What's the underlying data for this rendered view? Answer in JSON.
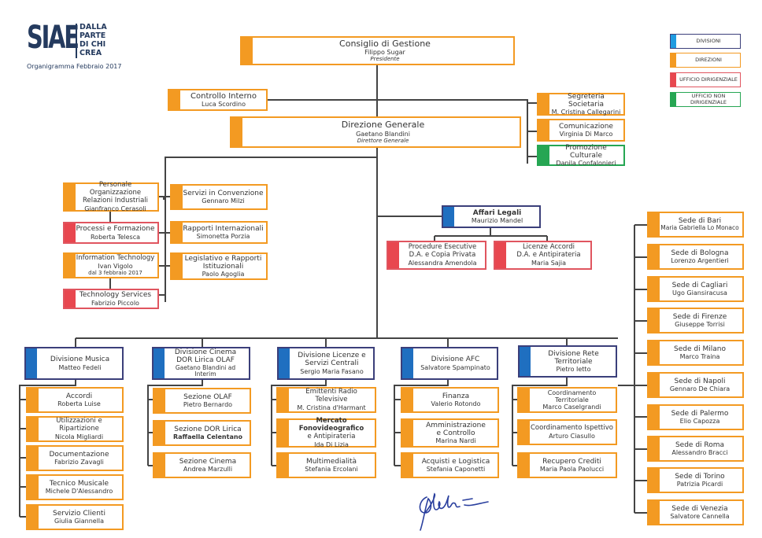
{
  "header": {
    "logo_text": "SIAE",
    "tagline": [
      "DALLA",
      "PARTE",
      "DI CHI",
      "CREA"
    ],
    "subtitle": "Organigramma Febbraio 2017"
  },
  "legend": [
    {
      "label": "DIVISIONI",
      "type": "divisione",
      "color": "#1f6fc0"
    },
    {
      "label": "DIREZIONI",
      "type": "direzione",
      "color": "#f39a22"
    },
    {
      "label": "UFFICIO DIRIGENZIALE",
      "type": "ufficio-dirigenziale",
      "color": "#e8474f"
    },
    {
      "label": "UFFICIO NON DIRIGENZIALE",
      "type": "ufficio-non-dirigenziale",
      "color": "#26a653"
    }
  ],
  "top": {
    "consiglio": {
      "title": "Consiglio di Gestione",
      "name": "Filippo Sugar",
      "role": "Presidente"
    },
    "controllo": {
      "title": "Controllo Interno",
      "name": "Luca Scordino"
    },
    "direzione": {
      "title": "Direzione Generale",
      "name": "Gaetano Blandini",
      "role": "Direttore Generale"
    },
    "staff": [
      {
        "title": "Segreteria Societaria",
        "name": "M. Cristina Callegarini"
      },
      {
        "title": "Comunicazione",
        "name": "Virginia Di Marco"
      },
      {
        "title": "Promozione Culturale",
        "name": "Danila Confalonieri"
      }
    ]
  },
  "left_offices": {
    "personale": {
      "title1": "Personale Organizzazione",
      "title2": "Relazioni Industriali",
      "name": "Gianfranco Cerasoli"
    },
    "processi": {
      "title": "Processi e Formazione",
      "name": "Roberta Telesca"
    },
    "it": {
      "title": "Information Technology",
      "name": "Ivan Vigolo",
      "note": "dal 3 febbraio 2017"
    },
    "techserv": {
      "title": "Technology Services",
      "name": "Fabrizio Piccolo"
    },
    "servizi": {
      "title": "Servizi in Convenzione",
      "name": "Gennaro Milzi"
    },
    "rapporti": {
      "title": "Rapporti Internazionali",
      "name": "Simonetta Porzia"
    },
    "legislativo": {
      "title1": "Legislativo e Rapporti",
      "title2": "Istituzionali",
      "name": "Paolo Agoglia"
    }
  },
  "legali": {
    "head": {
      "title": "Affari Legali",
      "name": "Maurizio Mandel"
    },
    "procedure": {
      "title1": "Procedure Esecutive",
      "title2": "D.A. e Copia Privata",
      "name": "Alessandra Amendola"
    },
    "licenze": {
      "title1": "Licenze Accordi",
      "title2": "D.A. e Antipirateria",
      "name": "Maria Sajia"
    }
  },
  "divisions": {
    "musica": {
      "title": "Divisione Musica",
      "name": "Matteo Fedeli",
      "units": [
        {
          "title": "Accordi",
          "name": "Roberta Luise"
        },
        {
          "title": "Utilizzazioni e Ripartizione",
          "name": "Nicola Migliardi"
        },
        {
          "title": "Documentazione",
          "name": "Fabrizio Zavagli"
        },
        {
          "title": "Tecnico Musicale",
          "name": "Michele D'Alessandro"
        },
        {
          "title": "Servizio Clienti",
          "name": "Giulia Giannella"
        }
      ]
    },
    "cinema": {
      "title1": "Divisione Cinema",
      "title2": "DOR Lirica OLAF",
      "name": "Gaetano Blandini ad Interim",
      "units": [
        {
          "title": "Sezione OLAF",
          "name": "Pietro Bernardo"
        },
        {
          "title": "Sezione DOR Lirica",
          "name": "Raffaella Celentano"
        },
        {
          "title": "Sezione Cinema",
          "name": "Andrea Marzulli"
        }
      ]
    },
    "licenze": {
      "title1": "Divisione Licenze e",
      "title2": "Servizi Centrali",
      "name": "Sergio Maria Fasano",
      "units": [
        {
          "title": "Emittenti Radio Televisive",
          "name": "M. Cristina d'Harmant"
        },
        {
          "title1": "Mercato Fonovideografico",
          "title2": "e Antipirateria",
          "name": "Ida Di Lizia"
        },
        {
          "title": "Multimedialità",
          "name": "Stefania Ercolani"
        }
      ]
    },
    "afc": {
      "title": "Divisione AFC",
      "name": "Salvatore Spampinato",
      "units": [
        {
          "title": "Finanza",
          "name": "Valerio Rotondo"
        },
        {
          "title1": "Amministrazione",
          "title2": "e Controllo",
          "name": "Marina Nardi"
        },
        {
          "title": "Acquisti e Logistica",
          "name": "Stefania Caponetti"
        }
      ]
    },
    "rete": {
      "title1": "Divisione Rete",
      "title2": "Territoriale",
      "name": "Pietro Ietto",
      "units": [
        {
          "title": "Coordinamento Territoriale",
          "name": "Marco Caselgrandi"
        },
        {
          "title": "Coordinamento Ispettivo",
          "name": "Arturo Ciasullo"
        },
        {
          "title": "Recupero Crediti",
          "name": "Maria Paola Paolucci"
        }
      ]
    }
  },
  "sedi": [
    {
      "title": "Sede di Bari",
      "name": "Maria Gabriella Lo Monaco"
    },
    {
      "title": "Sede di Bologna",
      "name": "Lorenzo Argentieri"
    },
    {
      "title": "Sede di Cagliari",
      "name": "Ugo Giansiracusa"
    },
    {
      "title": "Sede di Firenze",
      "name": "Giuseppe Torrisi"
    },
    {
      "title": "Sede di Milano",
      "name": "Marco Traina"
    },
    {
      "title": "Sede di Napoli",
      "name": "Gennaro De Chiara"
    },
    {
      "title": "Sede di Palermo",
      "name": "Elio Capozza"
    },
    {
      "title": "Sede di Roma",
      "name": "Alessandro Bracci"
    },
    {
      "title": "Sede di Torino",
      "name": "Patrizia Picardi"
    },
    {
      "title": "Sede di Venezia",
      "name": "Salvatore Cannella"
    }
  ],
  "signature": {
    "author": "Gaetano Blandini"
  }
}
